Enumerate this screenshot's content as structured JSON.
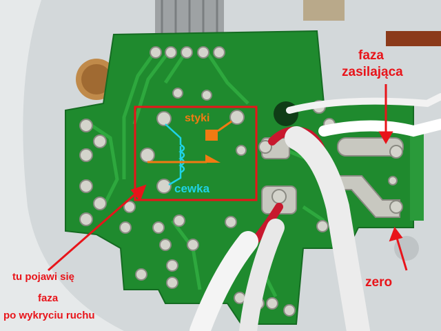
{
  "labels": {
    "faza_zasilajaca_line1": "faza",
    "faza_zasilajaca_line2": "zasilająca",
    "styki": "styki",
    "cewka": "cewka",
    "zero": "zero",
    "tu_line1": "tu pojawi się",
    "tu_line2": "faza",
    "tu_line3": "po wykryciu ruchu"
  },
  "colors": {
    "annotation_red": "#e8141a",
    "coil_cyan": "#1fd3e6",
    "contact_orange": "#f27a12",
    "pcb_green": "#1f8a2e"
  }
}
